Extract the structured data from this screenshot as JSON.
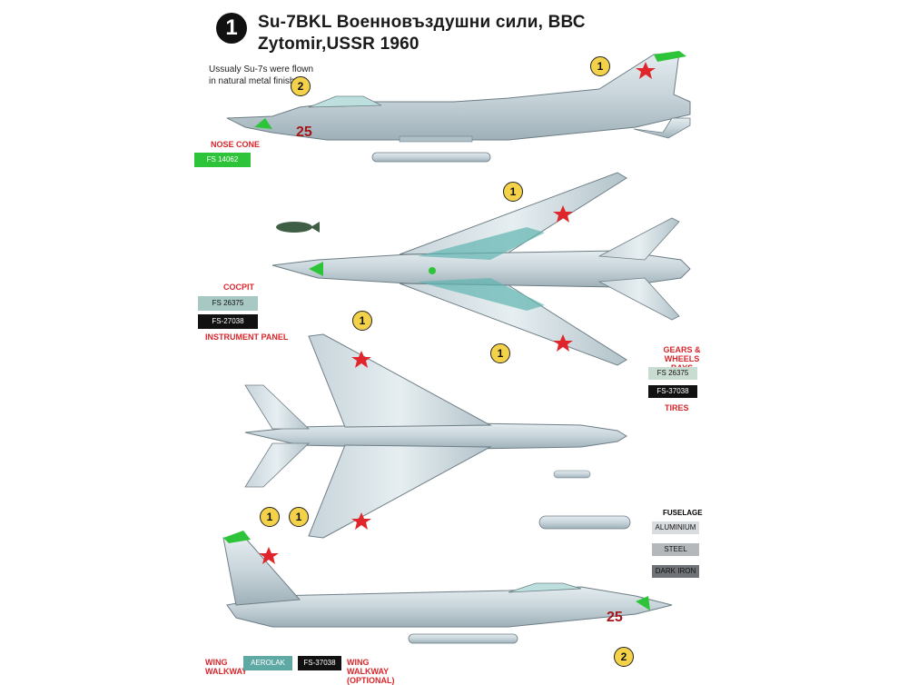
{
  "header": {
    "marking_number": "1",
    "title_line1": "Su-7BKL Военновъздушни сили, ВВС",
    "title_line2": "Zytomir,USSR 1960",
    "note": "Ussualy Su-7s were flown in natural metal finish."
  },
  "markers": {
    "one": "1",
    "two": "2"
  },
  "aircraft_number": "25",
  "nose_cone": {
    "label": "NOSE CONE",
    "fs": "FS 14062",
    "color": "#2ec43a"
  },
  "cockpit": {
    "label_top": "COCPIT",
    "fs1": "FS 26375",
    "fs1_color": "#a8c8c4",
    "fs2": "FS-27038",
    "fs2_color": "#111111",
    "label_bottom": "INSTRUMENT PANEL"
  },
  "gears": {
    "label": "GEARS & WHEELS BAYS",
    "fs1": "FS 26375",
    "fs1_color": "#c9dcd2",
    "fs2": "FS-37038",
    "fs2_color": "#111111",
    "label_bottom": "TIRES"
  },
  "fuselage": {
    "label": "FUSELAGE",
    "items": [
      {
        "name": "ALUMINIUM",
        "color": "#d9dcdf"
      },
      {
        "name": "STEEL",
        "color": "#b5b8bb"
      },
      {
        "name": "DARK IRON",
        "color": "#6f7276"
      }
    ]
  },
  "wing_walkway": {
    "label": "WING WALKWAY",
    "aerolak": "AEROLAK",
    "aerolak_color": "#5fa9a5",
    "fs": "FS-37038",
    "fs_color": "#111111",
    "optional_label": "WING WALKWAY (OPTIONAL)"
  },
  "colors": {
    "metal": "#cfd8dc",
    "metal_dark": "#9fb0b8",
    "tail_green": "#2ec43a",
    "star_red": "#e0262b",
    "teal": "#5fb5b0"
  }
}
